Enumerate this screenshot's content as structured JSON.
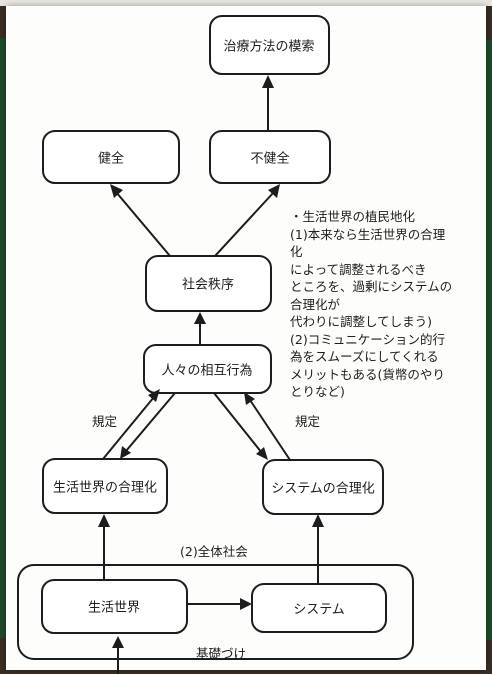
{
  "nodes": {
    "search": "治療方法の模索",
    "healthy": "健全",
    "unhealthy": "不健全",
    "social_order": "社会秩序",
    "interaction": "人々の相互行為",
    "lifeworld_rationalization": "生活世界の合理化",
    "system_rationalization": "システムの合理化",
    "lifeworld": "生活世界",
    "system": "システム"
  },
  "labels": {
    "regulation_left": "規定",
    "regulation_right": "規定",
    "whole_society": "(2)全体社会",
    "foundation": "基礎づけ"
  },
  "note": [
    "・生活世界の植民地化",
    "(1)本来なら生活世界の合理",
    "化",
    "によって調整されるべき",
    "ところを、過剰にシステムの",
    "合理化が",
    "代わりに調整してしまう)",
    "(2)コミュニケーション的行",
    "為をスムーズにしてくれる",
    "メリットもある(貨幣のやり",
    "とりなど)"
  ]
}
